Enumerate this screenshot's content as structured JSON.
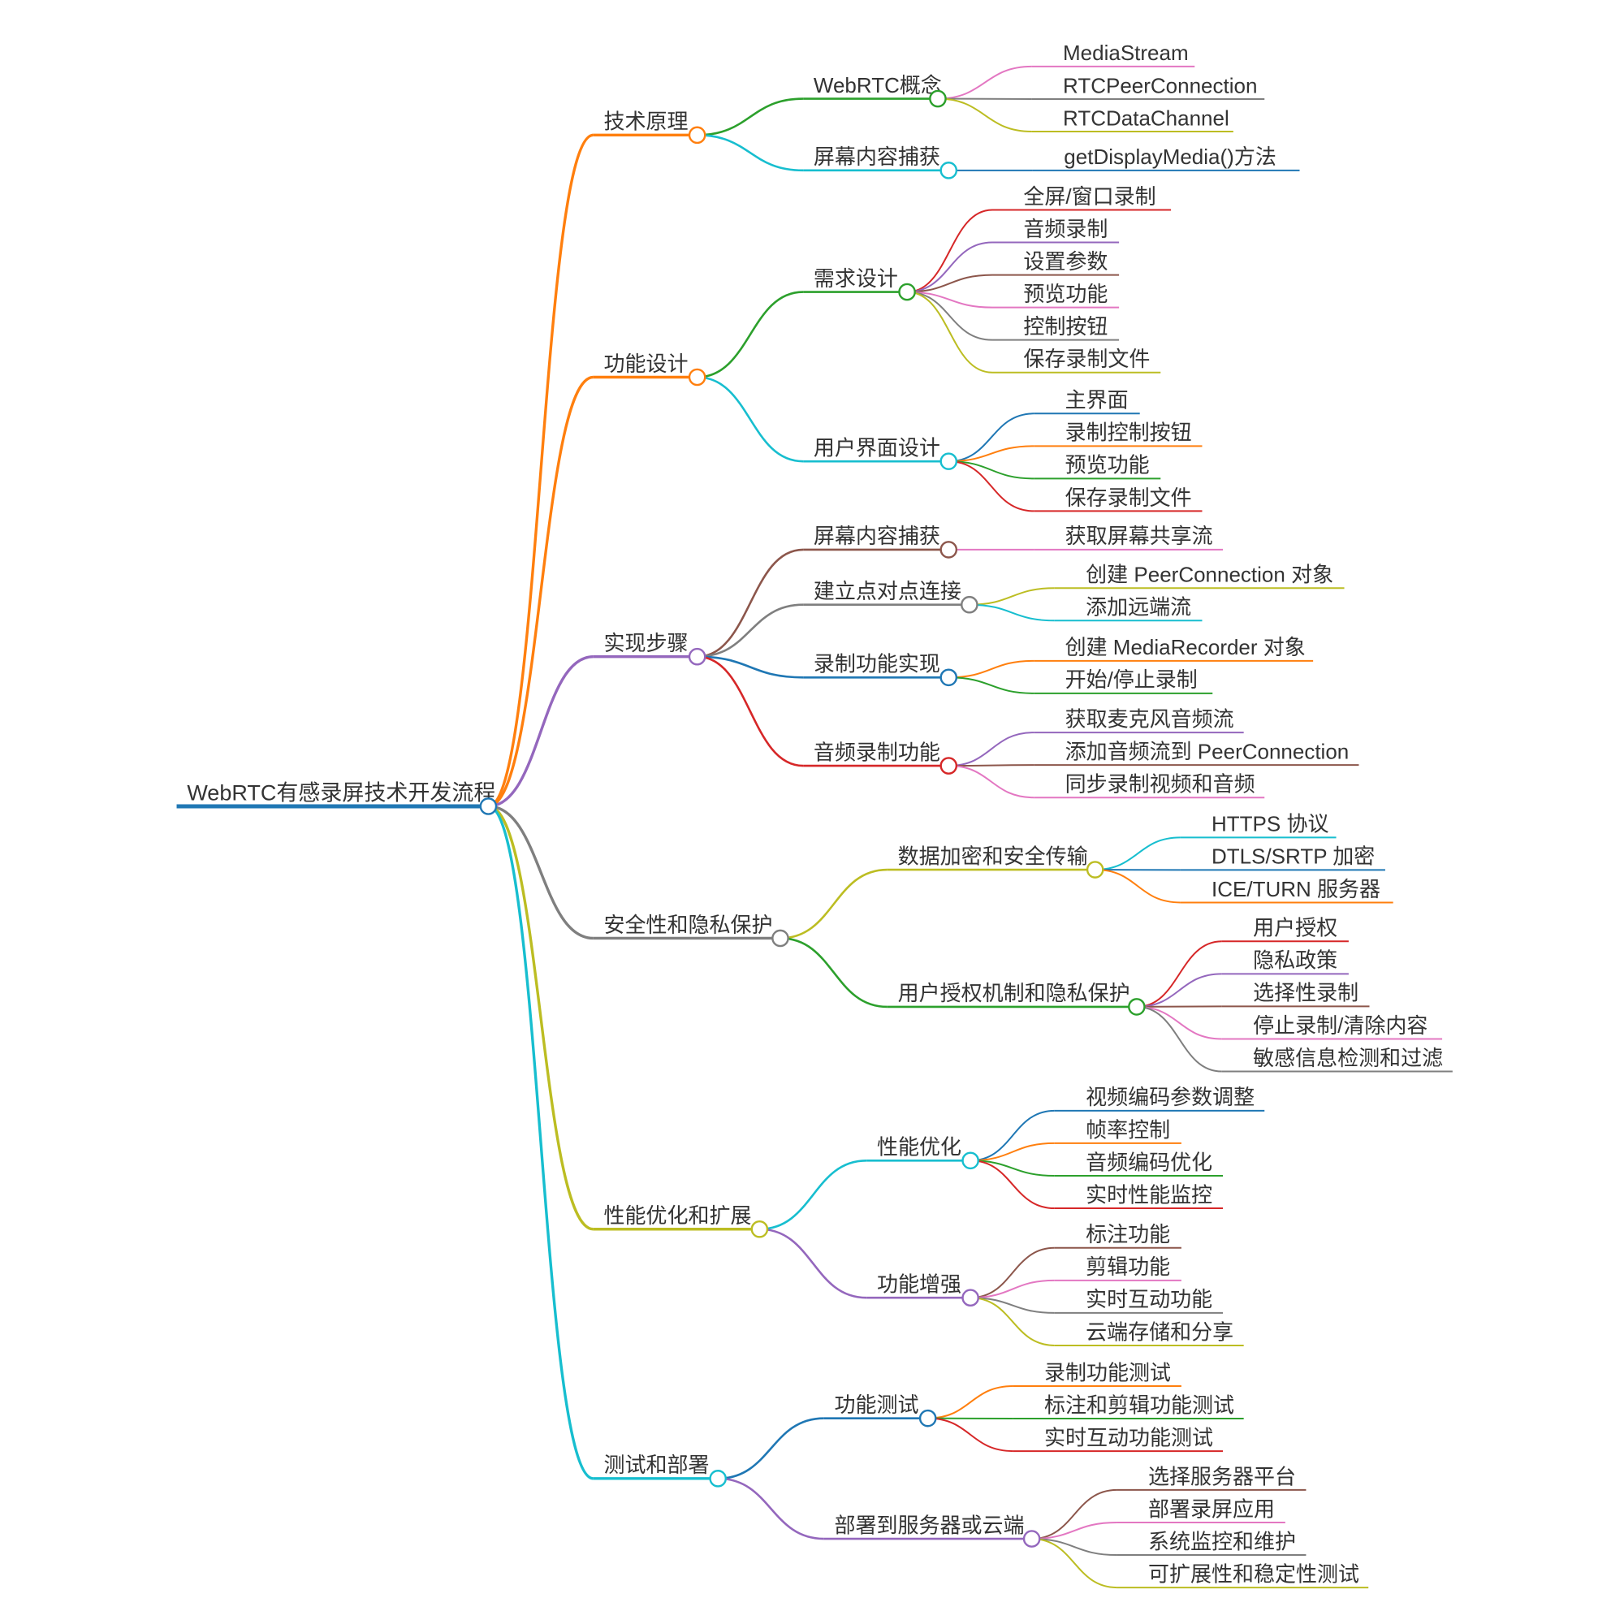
{
  "root": {
    "label": "WebRTC有感录屏技术开发流程",
    "color": "#1f77b4",
    "children": [
      {
        "label": "技术原理",
        "color": "#ff7f0e",
        "children": [
          {
            "label": "WebRTC概念",
            "color": "#2ca02c",
            "children": [
              {
                "label": "MediaStream",
                "color": "#e377c2"
              },
              {
                "label": "RTCPeerConnection",
                "color": "#7f7f7f"
              },
              {
                "label": "RTCDataChannel",
                "color": "#bcbd22"
              }
            ]
          },
          {
            "label": "屏幕内容捕获",
            "color": "#17becf",
            "children": [
              {
                "label": "getDisplayMedia()方法",
                "color": "#1f77b4"
              }
            ]
          }
        ]
      },
      {
        "label": "功能设计",
        "color": "#ff7f0e",
        "children": [
          {
            "label": "需求设计",
            "color": "#2ca02c",
            "children": [
              {
                "label": "全屏/窗口录制",
                "color": "#d62728"
              },
              {
                "label": "音频录制",
                "color": "#9467bd"
              },
              {
                "label": "设置参数",
                "color": "#8c564b"
              },
              {
                "label": "预览功能",
                "color": "#e377c2"
              },
              {
                "label": "控制按钮",
                "color": "#7f7f7f"
              },
              {
                "label": "保存录制文件",
                "color": "#bcbd22"
              }
            ]
          },
          {
            "label": "用户界面设计",
            "color": "#17becf",
            "children": [
              {
                "label": "主界面",
                "color": "#1f77b4"
              },
              {
                "label": "录制控制按钮",
                "color": "#ff7f0e"
              },
              {
                "label": "预览功能",
                "color": "#2ca02c"
              },
              {
                "label": "保存录制文件",
                "color": "#d62728"
              }
            ]
          }
        ]
      },
      {
        "label": "实现步骤",
        "color": "#9467bd",
        "children": [
          {
            "label": "屏幕内容捕获",
            "color": "#8c564b",
            "children": [
              {
                "label": "获取屏幕共享流",
                "color": "#e377c2"
              }
            ]
          },
          {
            "label": "建立点对点连接",
            "color": "#7f7f7f",
            "children": [
              {
                "label": "创建 PeerConnection 对象",
                "color": "#bcbd22"
              },
              {
                "label": "添加远端流",
                "color": "#17becf"
              }
            ]
          },
          {
            "label": "录制功能实现",
            "color": "#1f77b4",
            "children": [
              {
                "label": "创建 MediaRecorder 对象",
                "color": "#ff7f0e"
              },
              {
                "label": "开始/停止录制",
                "color": "#2ca02c"
              }
            ]
          },
          {
            "label": "音频录制功能",
            "color": "#d62728",
            "children": [
              {
                "label": "获取麦克风音频流",
                "color": "#9467bd"
              },
              {
                "label": "添加音频流到 PeerConnection",
                "color": "#8c564b"
              },
              {
                "label": "同步录制视频和音频",
                "color": "#e377c2"
              }
            ]
          }
        ]
      },
      {
        "label": "安全性和隐私保护",
        "color": "#7f7f7f",
        "children": [
          {
            "label": "数据加密和安全传输",
            "color": "#bcbd22",
            "children": [
              {
                "label": "HTTPS 协议",
                "color": "#17becf"
              },
              {
                "label": "DTLS/SRTP 加密",
                "color": "#1f77b4"
              },
              {
                "label": "ICE/TURN 服务器",
                "color": "#ff7f0e"
              }
            ]
          },
          {
            "label": "用户授权机制和隐私保护",
            "color": "#2ca02c",
            "children": [
              {
                "label": "用户授权",
                "color": "#d62728"
              },
              {
                "label": "隐私政策",
                "color": "#9467bd"
              },
              {
                "label": "选择性录制",
                "color": "#8c564b"
              },
              {
                "label": "停止录制/清除内容",
                "color": "#e377c2"
              },
              {
                "label": "敏感信息检测和过滤",
                "color": "#7f7f7f"
              }
            ]
          }
        ]
      },
      {
        "label": "性能优化和扩展",
        "color": "#bcbd22",
        "children": [
          {
            "label": "性能优化",
            "color": "#17becf",
            "children": [
              {
                "label": "视频编码参数调整",
                "color": "#1f77b4"
              },
              {
                "label": "帧率控制",
                "color": "#ff7f0e"
              },
              {
                "label": "音频编码优化",
                "color": "#2ca02c"
              },
              {
                "label": "实时性能监控",
                "color": "#d62728"
              }
            ]
          },
          {
            "label": "功能增强",
            "color": "#9467bd",
            "children": [
              {
                "label": "标注功能",
                "color": "#8c564b"
              },
              {
                "label": "剪辑功能",
                "color": "#e377c2"
              },
              {
                "label": "实时互动功能",
                "color": "#7f7f7f"
              },
              {
                "label": "云端存储和分享",
                "color": "#bcbd22"
              }
            ]
          }
        ]
      },
      {
        "label": "测试和部署",
        "color": "#17becf",
        "children": [
          {
            "label": "功能测试",
            "color": "#1f77b4",
            "children": [
              {
                "label": "录制功能测试",
                "color": "#ff7f0e"
              },
              {
                "label": "标注和剪辑功能测试",
                "color": "#2ca02c"
              },
              {
                "label": "实时互动功能测试",
                "color": "#d62728"
              }
            ]
          },
          {
            "label": "部署到服务器或云端",
            "color": "#9467bd",
            "children": [
              {
                "label": "选择服务器平台",
                "color": "#8c564b"
              },
              {
                "label": "部署录屏应用",
                "color": "#e377c2"
              },
              {
                "label": "系统监控和维护",
                "color": "#7f7f7f"
              },
              {
                "label": "可扩展性和稳定性测试",
                "color": "#bcbd22"
              }
            ]
          }
        ]
      }
    ]
  }
}
